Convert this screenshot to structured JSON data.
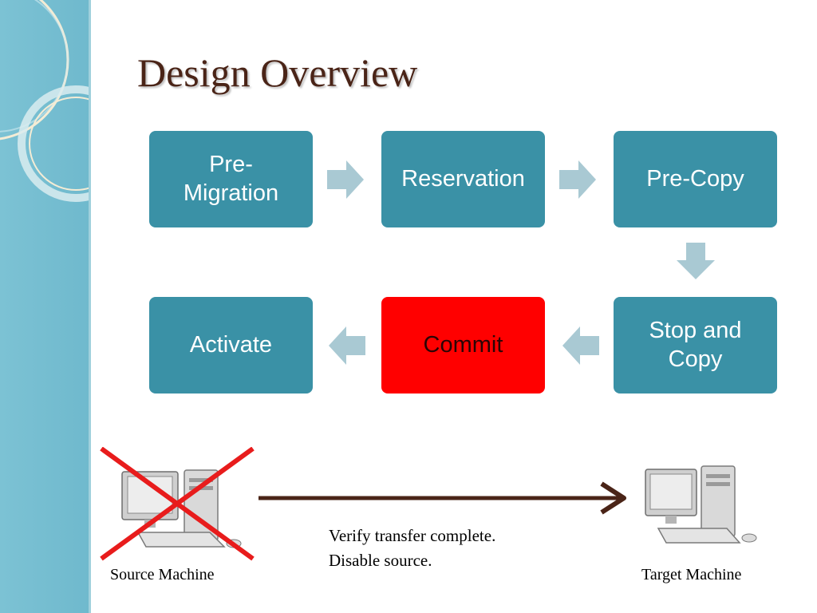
{
  "title": "Design Overview",
  "colors": {
    "step_fill": "#3a91a6",
    "commit_fill": "#ff0000",
    "arrow_fill": "#a9c9d3",
    "title_color": "#4a2417",
    "sidebar": "#7cc2d4",
    "transfer_arrow": "#4a2417",
    "cross": "#e81c1c"
  },
  "steps": [
    {
      "label": "Pre-\nMigration"
    },
    {
      "label": "Reservation"
    },
    {
      "label": "Pre-Copy"
    },
    {
      "label": "Stop and\nCopy"
    },
    {
      "label": "Commit"
    },
    {
      "label": "Activate"
    }
  ],
  "transfer": {
    "source_label": "Source Machine",
    "target_label": "Target Machine",
    "note_line1": "Verify transfer complete.",
    "note_line2": "Disable source.",
    "source_crossed_out": true
  },
  "icons": {
    "flow_arrow": "chevron-arrow-icon",
    "computer": "desktop-computer-icon",
    "cross": "cross-out-icon"
  }
}
